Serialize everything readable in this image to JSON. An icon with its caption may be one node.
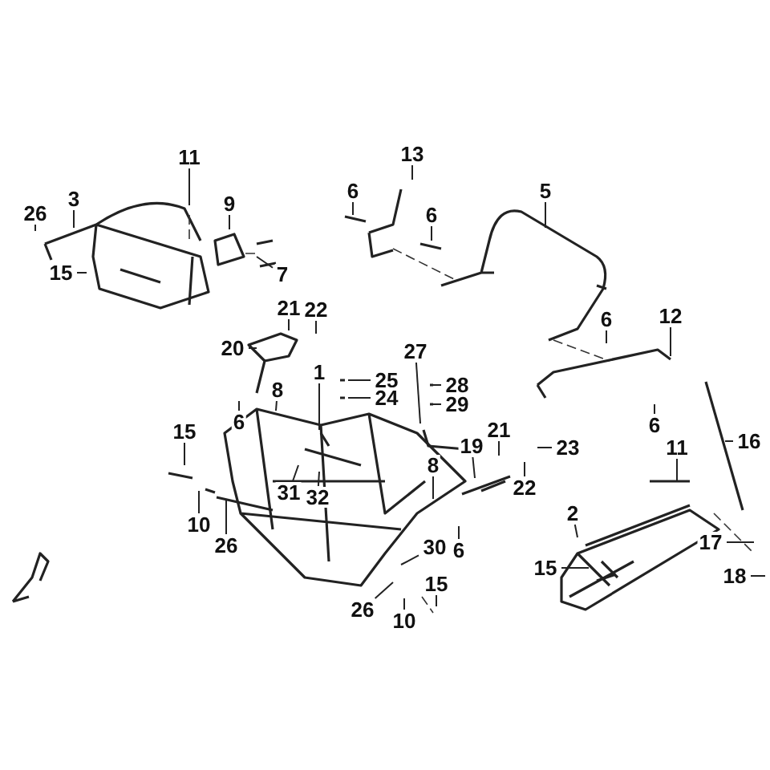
{
  "diagram": {
    "nodes": [
      {
        "text": [
          "11"
        ]
      },
      {
        "text": [
          "26"
        ]
      },
      {
        "text": [
          "3"
        ]
      },
      {
        "text": [
          "15"
        ]
      },
      {
        "text": [
          "9"
        ]
      },
      {
        "text": [
          "7"
        ]
      },
      {
        "text": [
          "6"
        ]
      },
      {
        "text": [
          "13"
        ]
      },
      {
        "text": [
          "6"
        ]
      },
      {
        "text": [
          "5"
        ]
      },
      {
        "text": [
          "6"
        ]
      },
      {
        "text": [
          "12"
        ]
      },
      {
        "text": [
          "21"
        ]
      },
      {
        "text": [
          "22"
        ]
      },
      {
        "text": [
          "20"
        ]
      },
      {
        "text": [
          "8"
        ]
      },
      {
        "text": [
          "6"
        ]
      },
      {
        "text": [
          "1"
        ]
      },
      {
        "text": [
          "25"
        ]
      },
      {
        "text": [
          "24"
        ]
      },
      {
        "text": [
          "27"
        ]
      },
      {
        "text": [
          "28"
        ]
      },
      {
        "text": [
          "29"
        ]
      },
      {
        "text": [
          "6"
        ]
      },
      {
        "text": [
          "16"
        ]
      },
      {
        "text": [
          "15"
        ]
      },
      {
        "text": [
          "10"
        ]
      },
      {
        "text": [
          "26"
        ]
      },
      {
        "text": [
          "31"
        ]
      },
      {
        "text": [
          "32"
        ]
      },
      {
        "text": [
          "21"
        ]
      },
      {
        "text": [
          "19"
        ]
      },
      {
        "text": [
          "23"
        ]
      },
      {
        "text": [
          "22"
        ]
      },
      {
        "text": [
          "8"
        ]
      },
      {
        "text": [
          "6"
        ]
      },
      {
        "text": [
          "11"
        ]
      },
      {
        "text": [
          "2"
        ]
      },
      {
        "text": [
          "15"
        ]
      },
      {
        "text": [
          "17"
        ]
      },
      {
        "text": [
          "18"
        ]
      },
      {
        "text": [
          "30"
        ]
      },
      {
        "text": [
          "26"
        ]
      },
      {
        "text": [
          "10"
        ]
      },
      {
        "text": [
          "15"
        ]
      }
    ],
    "edges": [
      {
        "from": 0,
        "to": null,
        "arrow": "none"
      },
      {
        "from": 1,
        "to": null,
        "arrow": "none"
      },
      {
        "from": 2,
        "to": null,
        "arrow": "none"
      },
      {
        "from": 3,
        "to": null,
        "arrow": "none"
      },
      {
        "from": 4,
        "to": null,
        "arrow": "none"
      },
      {
        "from": 5,
        "to": null,
        "arrow": "none"
      },
      {
        "from": 6,
        "to": null,
        "arrow": "none"
      },
      {
        "from": 7,
        "to": null,
        "arrow": "none"
      },
      {
        "from": 8,
        "to": null,
        "arrow": "none"
      },
      {
        "from": 9,
        "to": null,
        "arrow": "none"
      },
      {
        "from": 10,
        "to": null,
        "arrow": "none"
      },
      {
        "from": 11,
        "to": null,
        "arrow": "none"
      },
      {
        "from": 12,
        "to": null,
        "arrow": "none"
      },
      {
        "from": 13,
        "to": null,
        "arrow": "none"
      },
      {
        "from": 14,
        "to": null,
        "arrow": "none"
      },
      {
        "from": 15,
        "to": null,
        "arrow": "none"
      },
      {
        "from": 16,
        "to": null,
        "arrow": "none"
      },
      {
        "from": 17,
        "to": null,
        "arrow": "none"
      },
      {
        "from": 18,
        "to": null,
        "arrow": "none"
      },
      {
        "from": 19,
        "to": null,
        "arrow": "none"
      },
      {
        "from": 20,
        "to": null,
        "arrow": "none"
      },
      {
        "from": 21,
        "to": null,
        "arrow": "none"
      },
      {
        "from": 22,
        "to": null,
        "arrow": "none"
      },
      {
        "from": 23,
        "to": null,
        "arrow": "none"
      },
      {
        "from": 24,
        "to": null,
        "arrow": "none"
      },
      {
        "from": 25,
        "to": null,
        "arrow": "none"
      },
      {
        "from": 26,
        "to": null,
        "arrow": "none"
      },
      {
        "from": 27,
        "to": null,
        "arrow": "none"
      },
      {
        "from": 28,
        "to": null,
        "arrow": "none"
      },
      {
        "from": 29,
        "to": null,
        "arrow": "none"
      },
      {
        "from": 30,
        "to": null,
        "arrow": "none"
      },
      {
        "from": 31,
        "to": null,
        "arrow": "none"
      },
      {
        "from": 32,
        "to": null,
        "arrow": "none"
      },
      {
        "from": 33,
        "to": null,
        "arrow": "none"
      },
      {
        "from": 34,
        "to": null,
        "arrow": "none"
      },
      {
        "from": 35,
        "to": null,
        "arrow": "none"
      },
      {
        "from": 36,
        "to": null,
        "arrow": "none"
      },
      {
        "from": 37,
        "to": null,
        "arrow": "none"
      },
      {
        "from": 38,
        "to": null,
        "arrow": "none"
      },
      {
        "from": 39,
        "to": null,
        "arrow": "none"
      },
      {
        "from": 40,
        "to": null,
        "arrow": "none"
      },
      {
        "from": 41,
        "to": null,
        "arrow": "none"
      },
      {
        "from": 42,
        "to": null,
        "arrow": "none"
      },
      {
        "from": 43,
        "to": null,
        "arrow": "none"
      },
      {
        "from": 44,
        "to": null,
        "arrow": "none"
      }
    ]
  }
}
